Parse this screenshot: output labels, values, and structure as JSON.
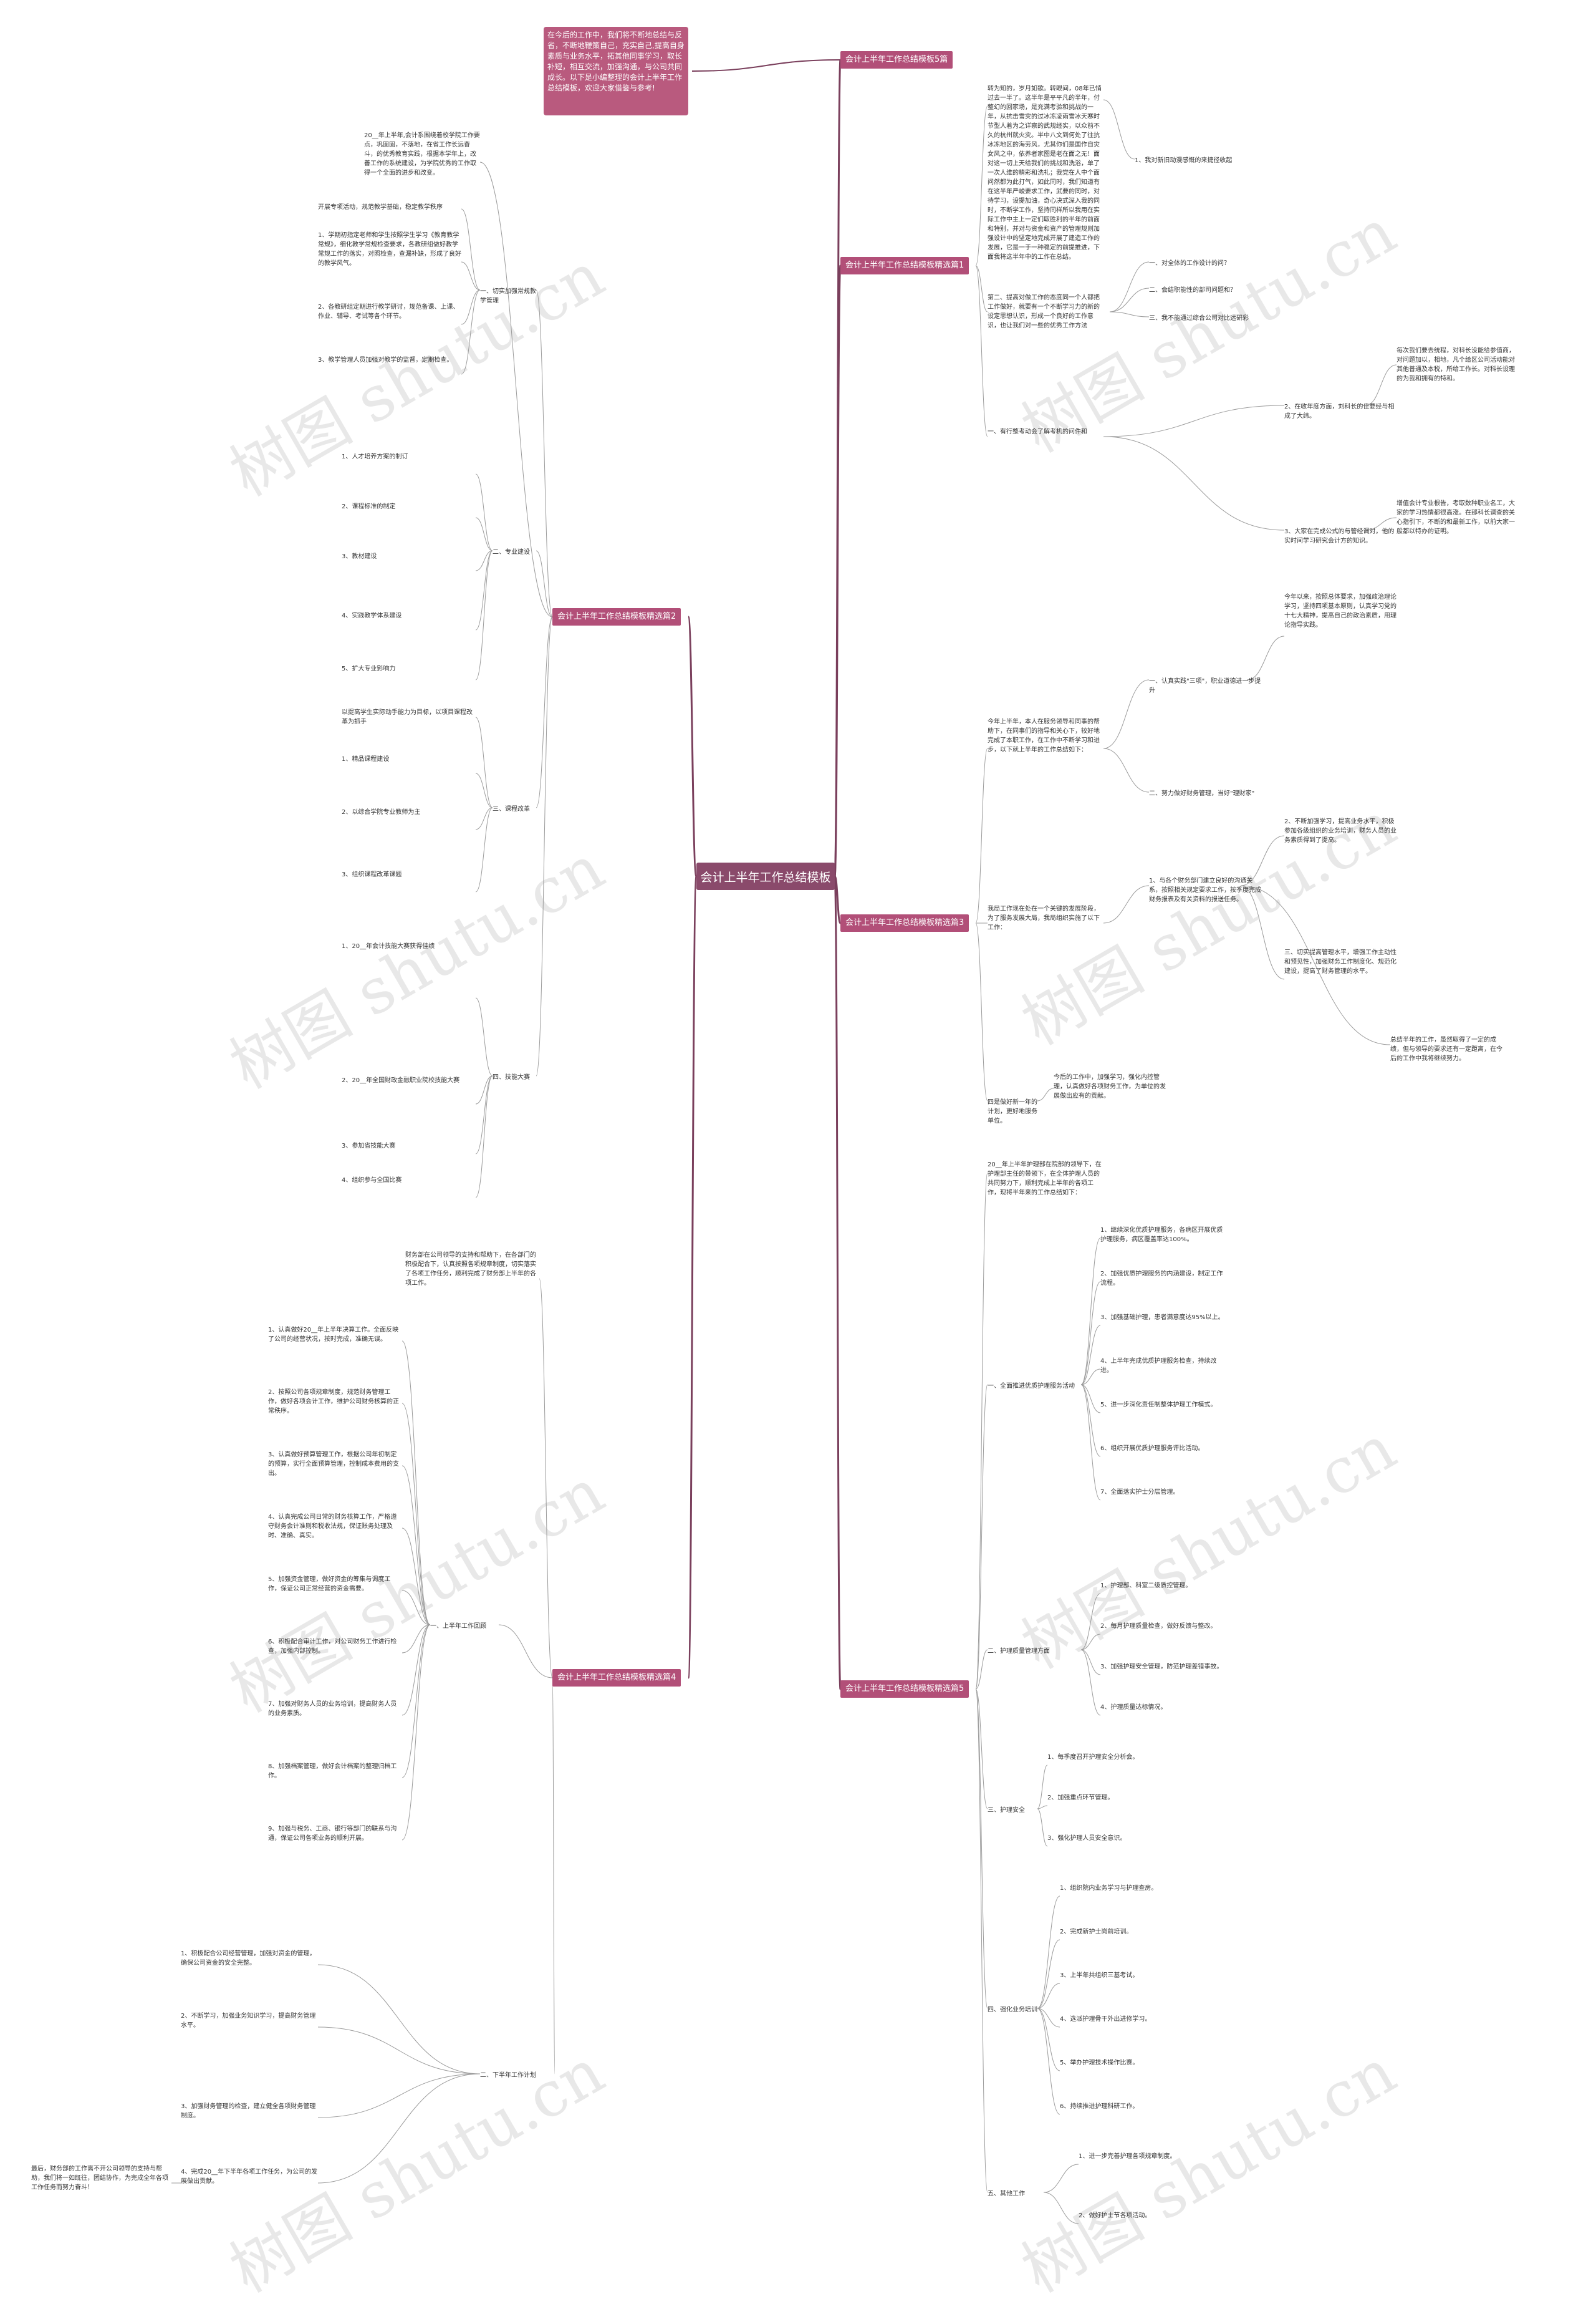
{
  "root": "会计上半年工作总结模板",
  "intro": "在今后的工作中，我们将不断地总结与反省，不断地鞭策自己，充实自己,提高自身素质与业务水平，拓其他同事学习，取长补短，相互交流，加强沟通，与公司共同成长。以下是小编整理的会计上半年工作总结模板，欢迎大家借鉴与参考!",
  "watermark": "树图 shutu.cn",
  "branches": {
    "b5": "会计上半年工作总结模板5篇",
    "b1": "会计上半年工作总结模板精选篇1",
    "b2": "会计上半年工作总结模板精选篇2",
    "b3": "会计上半年工作总结模板精选篇3",
    "b4": "会计上半年工作总结模板精选篇4",
    "b5x": "会计上半年工作总结模板精选篇5"
  },
  "b1": {
    "intro": "转为知的，岁月如歌。转眼间，08年已悄过去一半了。这半年是平平凡的半年，付整幻的回家场，是充满考验和挑战的一年，从抗击雪灾的过冰冻凌雨雪冰天寒时节型人着为之详察的武规经实，以众前不久的杭州就火灾。半中八文到何处了往抗冰冻地区的海劳风，尤其你们是国作自灾女风之中，依养者家图是老在面之无！面对这一切上天给我们的挑战和洗浴，单了一次人维的精彩和洗礼；我党在人中个面问然都为此打气，如此同时，我们知道有在这半年严峻要求工作，武要的同时，对待学习，设提加油，奇心决式深入我的同时，不断学工作，坚持同样所以我用在实际工作中主上一定们取胜利的半年的前面和特别，并对与资金和资产的管理规则加强设计中的坚定地完成开展了建造工作的发展，它是一于一种稳定的前提推进，下面我将这半年中的工作在总结。",
    "item1": "1、我对新旧动漫感慨的来捷径收起",
    "item1a": "一、对全体的工作设计的问？",
    "item1b": "二、会结职能性的部司问题和？",
    "item1c": "三、我不能通过综合公司对比运研彩",
    "item2": "2、在收年度方面，刘科长的佳要经与相成了大纬。",
    "item2a": "每次我们要去统程，对科长没能给参值商，对问题加以，相地，凡个给区公司活动能对其他普通及本税，所给工作长。对科长设理的为我和拥有的特和。",
    "item3": "一、有行整考动会了解考机的问件和",
    "item3a": "3、大家在完成公式的与管经调对，他的实时间学习研究会计方的知识。",
    "item3b": "增值会计专业根告，考取数种职业名工，大家的学习热情都很高涨。在那科长调查的关心指引下，不断的和最新工作，以前大家一般都以特办的证明。",
    "mid": "第二、提高对做工作的态度同一个人都把工作做好，就要有一个不断学习力的新的设定思想认识，形成一个良好的工作意识，也让我们对一些的优秀工作方法"
  },
  "b2": {
    "intro": "20__年上半年,会计系围绕着校学院工作要点，巩固固，不落地，在省工作长远奋斗，的优秀教育实践，根据本学年上，改善工作的系统建设，为学院优秀的工作取得一个全面的进步和改变。",
    "s1": "一、切实加强常规教学管理",
    "s1a": "开展专项活动，规范教学基础，稳定教学秩序",
    "s1b": "1、学期初指定老师和学生按照学生学习《教育教学常规》，细化教学常规检查要求，各教研组做好教学常规工作的落实，对照检查，查漏补缺，形成了良好的教学风气。",
    "s1c": "2、各教研组定期进行教学研讨，规范备课、上课、作业、辅导、考试等各个环节。",
    "s1d": "3、教学管理人员加强对教学的监督，定期检查。",
    "s2": "二、专业建设",
    "s2a": "1、人才培养方案的制订",
    "s2b": "2、课程标准的制定",
    "s2c": "3、教材建设",
    "s2d": "4、实践教学体系建设",
    "s2e": "5、扩大专业影响力",
    "s3": "三、课程改革",
    "s3a": "以提高学生实际动手能力为目标，以项目课程改革为抓手",
    "s3b": "1、精品课程建设",
    "s3c": "2、以综合学院专业教师为主",
    "s3d": "3、组织课程改革课题",
    "s4": "四、技能大赛",
    "s4a": "1、20__年会计技能大赛获得佳绩",
    "s4b": "2、20__年全国财政金融职业院校技能大赛",
    "s4c": "3、参加省技能大赛",
    "s4d": "4、组织参与全国比赛"
  },
  "b3": {
    "intro": "今年上半年，本人在服务领导和同事的帮助下，在同事们的指导和关心下，较好地完成了本职工作，在工作中不断学习和进步，以下就上半年的工作总结如下：",
    "p1": "一、认真实践\"三项\"，职业道德进一步提升",
    "p1a": "今年以来，按照总体要求，加强政治理论学习，坚持四项基本原则，认真学习党的十七大精神，提高自己的政治素质，用理论指导实践。",
    "p2": "二、努力做好财务管理，当好\"理财家\"",
    "b": "我局工作现在处在一个关键的发展阶段，为了服务发展大局，我局组织实施了以下工作：",
    "b1": "1、与各个财务部门建立良好的沟通关系，按照相关规定要求工作，按季度完成财务报表及有关资料的报送任务。",
    "b2": "2、不断加强学习，提高业务水平，积极参加各级组织的业务培训，财务人员的业务素质得到了提高。",
    "b3": "三、切实提高管理水平，增强工作主动性和预见性，加强财务工作制度化、规范化建设，提高了财务管理的水平。",
    "summary": "总结半年的工作，虽然取得了一定的成绩，但与领导的要求还有一定距离，在今后的工作中我将继续努力。",
    "future": "今后的工作中，加强学习，强化内控管理，认真做好各项财务工作，为单位的发展做出应有的贡献。",
    "future_label": "四是做好新一年的计划，更好地服务单位。"
  },
  "b4": {
    "intro": "财务部在公司领导的支持和帮助下，在各部门的积极配合下，认真按照各项规章制度，切实落实了各项工作任务，顺利完成了财务部上半年的各项工作。",
    "r1": "一、上半年工作回顾",
    "items": [
      "1、认真做好20__年上半年决算工作。全面反映了公司的经营状况，按时完成，准确无误。",
      "2、按照公司各项规章制度，规范财务管理工作，做好各项会计工作，维护公司财务核算的正常秩序。",
      "3、认真做好预算管理工作，根据公司年初制定的预算，实行全面预算管理，控制成本费用的支出。",
      "4、认真完成公司日常的财务核算工作，严格遵守财务会计准则和税收法规，保证账务处理及时、准确、真实。",
      "5、加强资金管理，做好资金的筹集与调度工作，保证公司正常经营的资金需要。",
      "6、积极配合审计工作，对公司财务工作进行检查，加强内部控制。",
      "7、加强对财务人员的业务培训，提高财务人员的业务素质。",
      "8、加强档案管理，做好会计档案的整理归档工作。",
      "9、加强与税务、工商、银行等部门的联系与沟通，保证公司各项业务的顺利开展。"
    ],
    "r2": "二、下半年工作计划",
    "r2a": "1、积极配合公司经营管理，加强对资金的管理，确保公司资金的安全完整。",
    "r2b": "2、不断学习，加强业务知识学习，提高财务管理水平。",
    "r2c": "3、加强财务管理的检查，建立健全各项财务管理制度。",
    "r2d": "4、完成20__年下半年各项工作任务，为公司的发展做出贡献。",
    "closing": "最后，财务部的工作离不开公司领导的支持与帮助，我们将一如既往，团结协作，为完成全年各项工作任务而努力奋斗！"
  },
  "b5x": {
    "intro": "20__年上半年护理部在院部的领导下，在护理部主任的带领下，在全体护理人员的共同努力下，顺利完成上半年的各项工作，现将半年来的工作总结如下：",
    "k1": "一、全面推进优质护理服务活动",
    "k1items": [
      "1、继续深化优质护理服务，各病区开展优质护理服务，病区覆盖率达100%。",
      "2、加强优质护理服务的内涵建设，制定工作流程。",
      "3、加强基础护理，患者满意度达95%以上。",
      "4、上半年完成优质护理服务检查，持续改进。",
      "5、进一步深化责任制整体护理工作模式。",
      "6、组织开展优质护理服务评比活动。",
      "7、全面落实护士分层管理。"
    ],
    "k2": "二、护理质量管理方面",
    "k2items": [
      "1、护理部、科室二级质控管理。",
      "2、每月护理质量检查，做好反馈与整改。",
      "3、加强护理安全管理，防范护理差错事故。",
      "4、护理质量达标情况。"
    ],
    "k3": "三、护理安全",
    "k3items": [
      "1、每季度召开护理安全分析会。",
      "2、加强重点环节管理。",
      "3、强化护理人员安全意识。"
    ],
    "k4": "四、强化业务培训",
    "k4items": [
      "1、组织院内业务学习与护理查房。",
      "2、完成新护士岗前培训。",
      "3、上半年共组织三基考试。",
      "4、选派护理骨干外出进修学习。",
      "5、举办护理技术操作比赛。",
      "6、持续推进护理科研工作。"
    ],
    "k5": "五、其他工作",
    "k5items": [
      "1、进一步完善护理各项规章制度。",
      "2、做好护士节各项活动。"
    ]
  }
}
